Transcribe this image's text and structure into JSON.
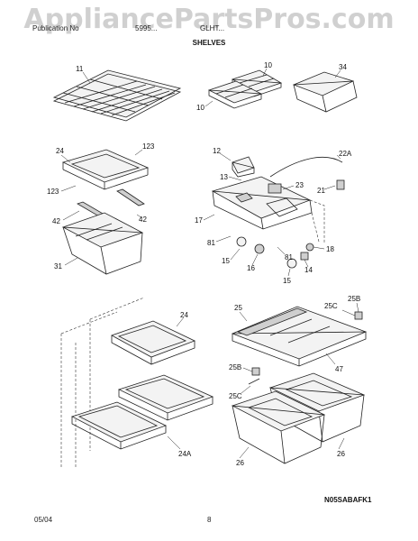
{
  "watermark": "AppliancePartsPros.com",
  "header": {
    "left": "Publication No",
    "mid": "5995...",
    "right": "GLHT..."
  },
  "title": "SHELVES",
  "callouts": {
    "c11": "11",
    "c10a": "10",
    "c10b": "10",
    "c34": "34",
    "c24a": "24",
    "c123a": "123",
    "c123b": "123",
    "c42a": "42",
    "c42b": "42",
    "c31": "31",
    "c12": "12",
    "c13": "13",
    "c22a": "22A",
    "c23": "23",
    "c21": "21",
    "c17": "17",
    "c81a": "81",
    "c15a": "15",
    "c16": "16",
    "c81b": "81",
    "c18": "18",
    "c14": "14",
    "c15b": "15",
    "c24b": "24",
    "c24A": "24A",
    "c25a": "25",
    "c25c": "25C",
    "c25b": "25B",
    "c47": "47",
    "c25b2": "25B",
    "c25c2": "25C",
    "c26a": "26",
    "c26b": "26"
  },
  "diagram_code": "N05SABAFK1",
  "footer": {
    "date": "05/04",
    "page": "8"
  },
  "colors": {
    "line": "#222222",
    "watermark": "#aaaaaa"
  }
}
